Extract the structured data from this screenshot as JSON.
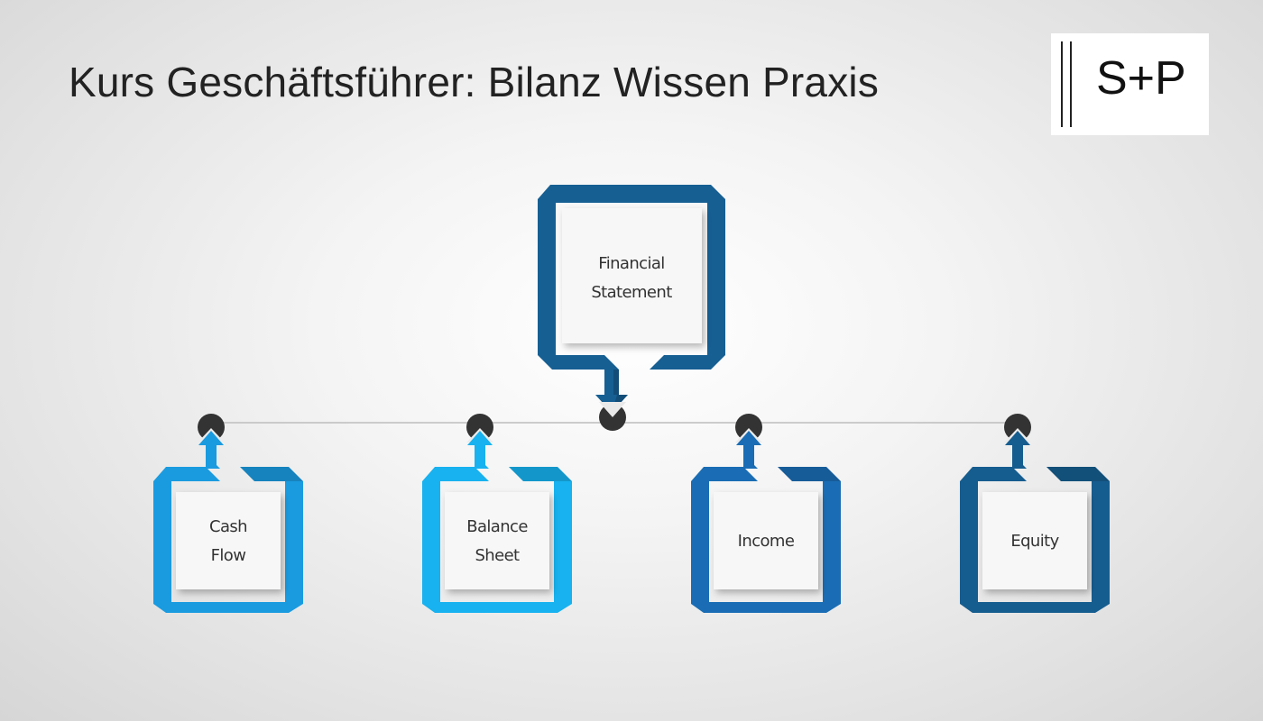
{
  "title": "Kurs Geschäftsführer: Bilanz Wissen Praxis",
  "logo": {
    "text": "S+P"
  },
  "root": {
    "lines": [
      "Financial",
      "Statement"
    ],
    "color": "#165f93"
  },
  "children": [
    {
      "lines": [
        "Cash",
        "Flow"
      ],
      "color": "#1a9be0"
    },
    {
      "lines": [
        "Balance",
        "Sheet"
      ],
      "color": "#17b2ef"
    },
    {
      "lines": [
        "Income"
      ],
      "color": "#1a6db4"
    },
    {
      "lines": [
        "Equity"
      ],
      "color": "#165d8f"
    }
  ],
  "colors": {
    "connector": "#bdbdbd",
    "node_dot": "#333333",
    "card": "#f7f7f7"
  }
}
